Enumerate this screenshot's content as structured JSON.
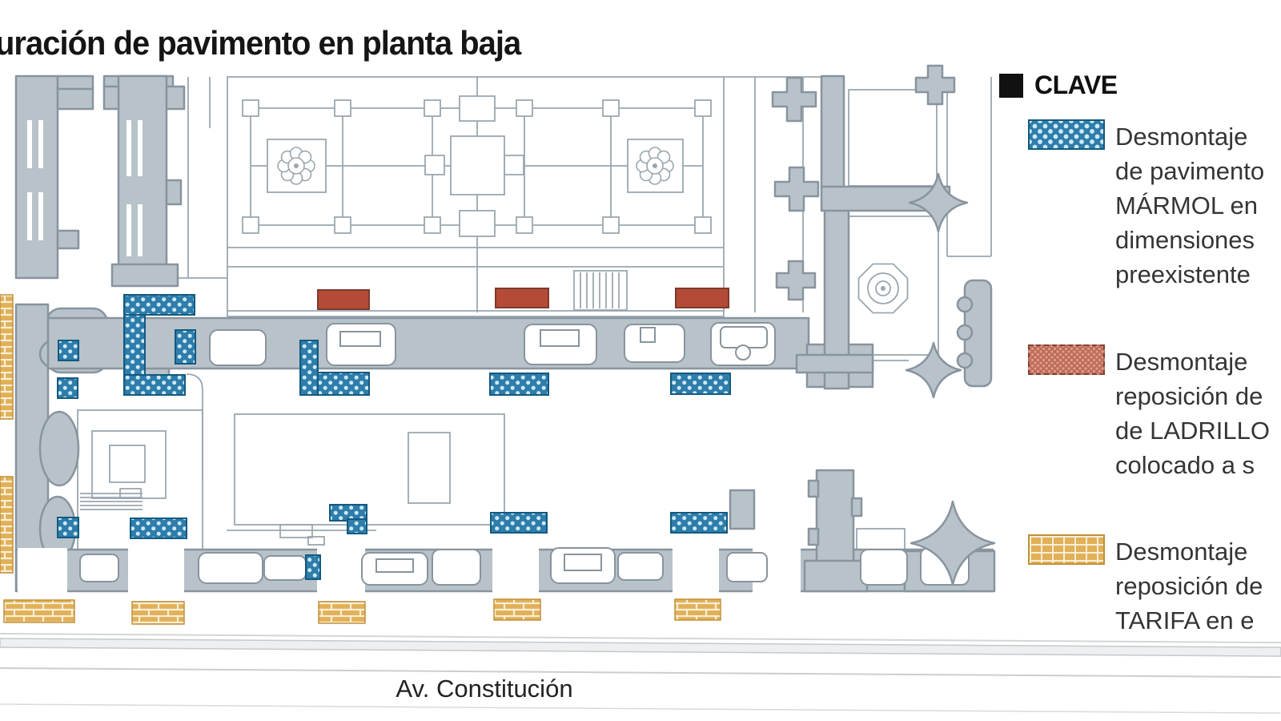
{
  "title": "uración de pavimento en planta baja",
  "legend": {
    "heading": "CLAVE",
    "items": [
      {
        "id": "marmol",
        "swatch": "blue-checker",
        "lines": [
          "Desmontaje",
          "de pavimento",
          "MÁRMOL en",
          "dimensiones",
          "preexistente"
        ]
      },
      {
        "id": "ladrillo",
        "swatch": "red-hatch",
        "lines": [
          "Desmontaje",
          "reposición de",
          "de LADRILLO",
          "colocado a s"
        ]
      },
      {
        "id": "tarifa",
        "swatch": "yellow-brick",
        "lines": [
          "Desmontaje",
          "reposición de",
          "TARIFA en e"
        ]
      }
    ]
  },
  "street_label": "Av. Constitución",
  "colors": {
    "wall": "#b8c2c9",
    "wall_line": "#88949e",
    "plan_line": "#9aa7b0",
    "blue_dark": "#2e7dab",
    "blue_light": "#cfe9f5",
    "blue_border": "#135a80",
    "red": "#b34b37",
    "red_border": "#7e3a2c",
    "brick": "#e2b058",
    "brick_mortar": "#f8efd8",
    "brick_border": "#c0913a",
    "street_line": "#c5c9cb",
    "text": "#353535",
    "title_color": "#151515"
  },
  "plan": {
    "blue_patches": [
      [
        155,
        368,
        88,
        25
      ],
      [
        155,
        393,
        26,
        75
      ],
      [
        155,
        468,
        76,
        25
      ],
      [
        219,
        412,
        25,
        42
      ],
      [
        73,
        425,
        25,
        25
      ],
      [
        72,
        472,
        25,
        25
      ],
      [
        72,
        646,
        26,
        25
      ],
      [
        375,
        425,
        22,
        68
      ],
      [
        397,
        465,
        64,
        28
      ],
      [
        612,
        466,
        73,
        27
      ],
      [
        838,
        466,
        74,
        26
      ],
      [
        613,
        640,
        70,
        25
      ],
      [
        838,
        640,
        70,
        25
      ],
      [
        163,
        647,
        70,
        25
      ],
      [
        412,
        630,
        46,
        20
      ],
      [
        434,
        648,
        24,
        18
      ],
      [
        382,
        693,
        18,
        30
      ]
    ],
    "red_patches": [
      [
        397,
        362,
        64,
        24
      ],
      [
        619,
        360,
        66,
        24
      ],
      [
        844,
        360,
        66,
        24
      ]
    ],
    "yellow_patches": [
      [
        0,
        368,
        16,
        155
      ],
      [
        0,
        595,
        16,
        120
      ],
      [
        5,
        749,
        88,
        28
      ],
      [
        165,
        751,
        65,
        28
      ],
      [
        398,
        751,
        58,
        27
      ],
      [
        617,
        748,
        58,
        26
      ],
      [
        843,
        748,
        57,
        26
      ]
    ]
  }
}
